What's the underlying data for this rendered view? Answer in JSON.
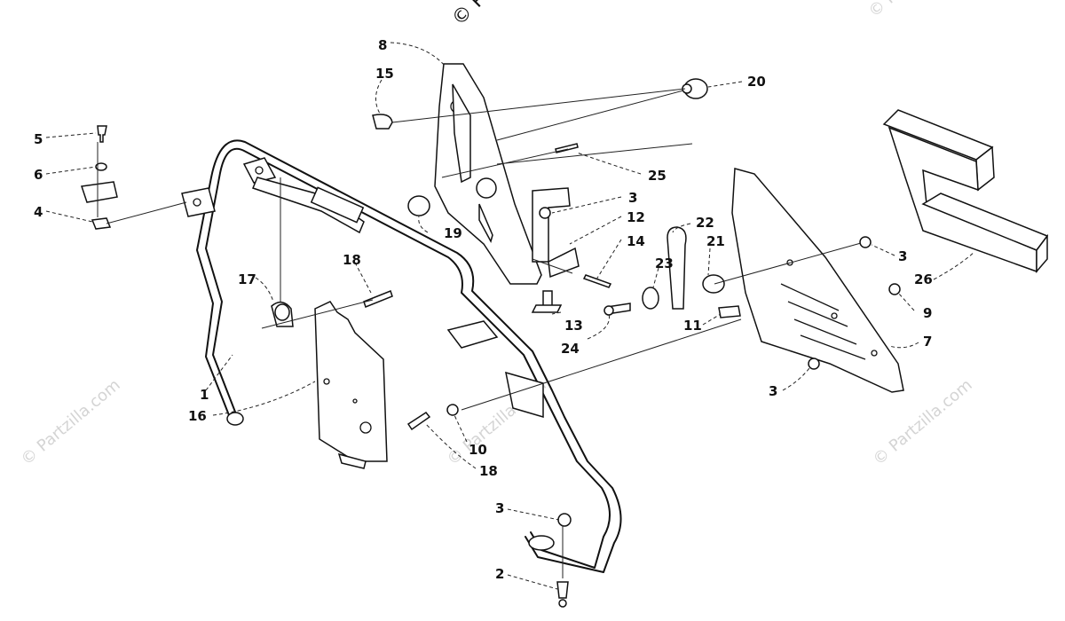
{
  "watermark": {
    "top_text": "© Pa",
    "repeat_text": "© Partzilla.com"
  },
  "callouts": [
    {
      "id": "c8",
      "label": "8"
    },
    {
      "id": "c15",
      "label": "15"
    },
    {
      "id": "c20",
      "label": "20"
    },
    {
      "id": "c5",
      "label": "5"
    },
    {
      "id": "c6",
      "label": "6"
    },
    {
      "id": "c4",
      "label": "4"
    },
    {
      "id": "c25",
      "label": "25"
    },
    {
      "id": "c3a",
      "label": "3"
    },
    {
      "id": "c12",
      "label": "12"
    },
    {
      "id": "c19",
      "label": "19"
    },
    {
      "id": "c14",
      "label": "14"
    },
    {
      "id": "c22",
      "label": "22"
    },
    {
      "id": "c21",
      "label": "21"
    },
    {
      "id": "c3b",
      "label": "3"
    },
    {
      "id": "c26",
      "label": "26"
    },
    {
      "id": "c18a",
      "label": "18"
    },
    {
      "id": "c17",
      "label": "17"
    },
    {
      "id": "c23",
      "label": "23"
    },
    {
      "id": "c13",
      "label": "13"
    },
    {
      "id": "c24",
      "label": "24"
    },
    {
      "id": "c11",
      "label": "11"
    },
    {
      "id": "c9",
      "label": "9"
    },
    {
      "id": "c7",
      "label": "7"
    },
    {
      "id": "c1",
      "label": "1"
    },
    {
      "id": "c16",
      "label": "16"
    },
    {
      "id": "c10",
      "label": "10"
    },
    {
      "id": "c18b",
      "label": "18"
    },
    {
      "id": "c3c",
      "label": "3"
    },
    {
      "id": "c3d",
      "label": "3"
    },
    {
      "id": "c2",
      "label": "2"
    }
  ]
}
